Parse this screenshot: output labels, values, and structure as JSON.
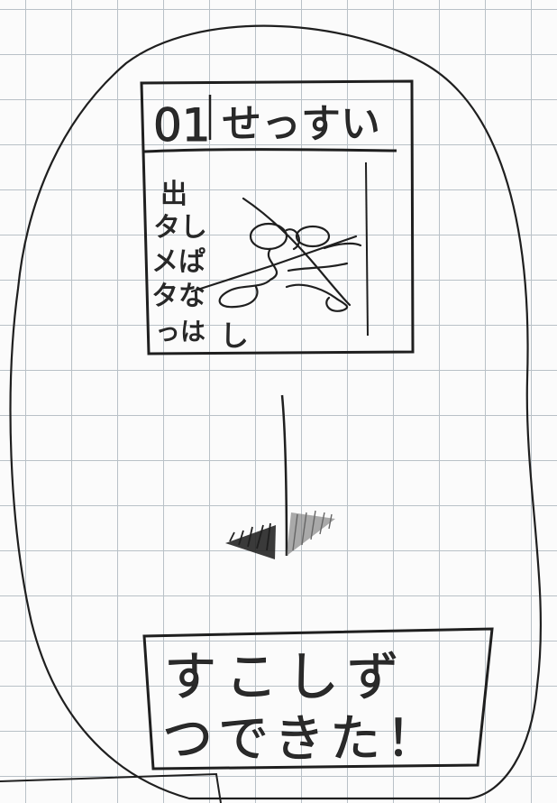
{
  "panel_top": {
    "number": "01",
    "title": "せっすい",
    "side_note_lines": [
      "出",
      "タし",
      "メぱ",
      "タな",
      "っは"
    ],
    "bottom_char": "し"
  },
  "panel_bottom": {
    "line1": "すこしず",
    "line2": "つできた！"
  }
}
